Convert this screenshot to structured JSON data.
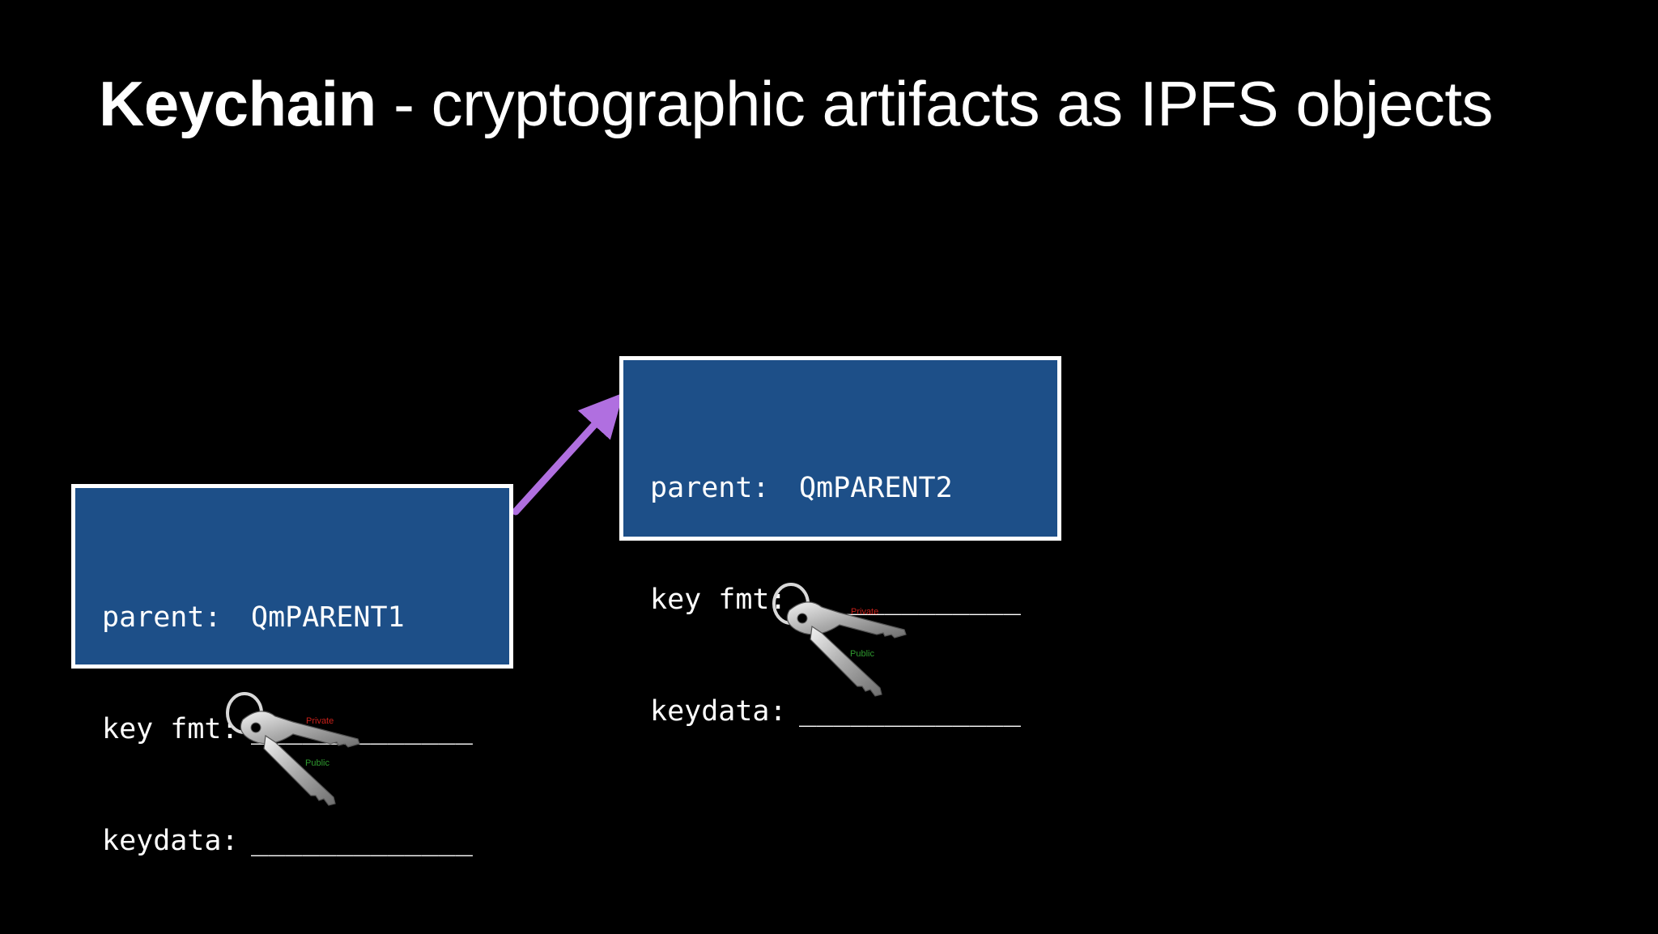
{
  "title": {
    "bold": "Keychain",
    "rest": " - cryptographic artifacts as IPFS objects"
  },
  "nodes": [
    {
      "parent_label": "parent:",
      "parent_value": "QmPARENT1",
      "keyfmt_label": "key fmt:",
      "keyfmt_value": "_____________",
      "keydata_label": "keydata:",
      "keydata_value": "_____________",
      "key_labels": {
        "private": "Private",
        "public": "Public"
      }
    },
    {
      "parent_label": "parent:",
      "parent_value": "QmPARENT2",
      "keyfmt_label": "key fmt:",
      "keyfmt_value": "_____________",
      "keydata_label": "keydata:",
      "keydata_value": "_____________",
      "key_labels": {
        "private": "Private",
        "public": "Public"
      }
    }
  ],
  "colors": {
    "background": "#000000",
    "node_fill": "#1d4f88",
    "node_border": "#ffffff",
    "arrow": "#b06fe0",
    "private_label": "#c8201a",
    "public_label": "#2f9a2f"
  },
  "icons": {
    "keys": "key-pair-icon",
    "arrow": "parent-link-arrow"
  }
}
